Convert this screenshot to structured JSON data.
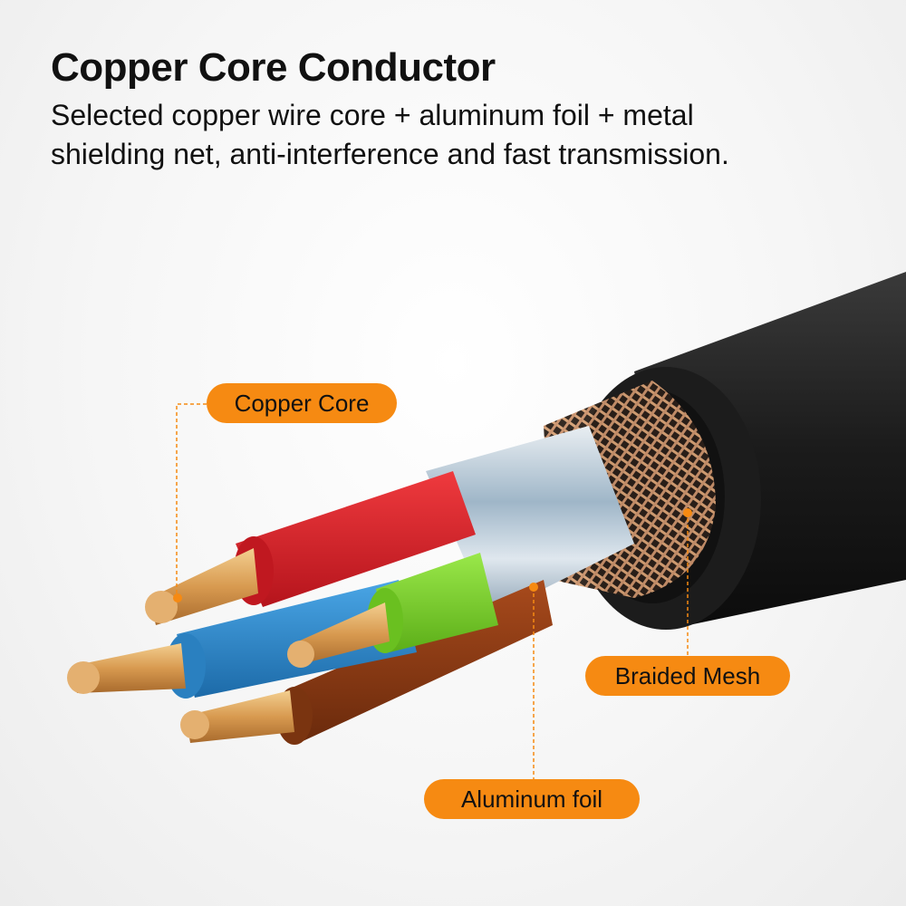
{
  "header": {
    "title": "Copper Core Conductor",
    "subtitle": "Selected copper wire core + aluminum foil + metal shielding net, anti-interference and fast transmission."
  },
  "labels": {
    "copper_core": "Copper Core",
    "braided_mesh": "Braided Mesh",
    "aluminum_foil": "Aluminum foil"
  },
  "colors": {
    "accent": "#f68a12",
    "jacket": "#1e1e1e",
    "red_wire": "#d9202a",
    "blue_wire": "#2a86c8",
    "green_wire": "#7cd227",
    "brown_wire": "#8a3a14",
    "copper": "#d9a060",
    "foil": "#c8d4de"
  }
}
